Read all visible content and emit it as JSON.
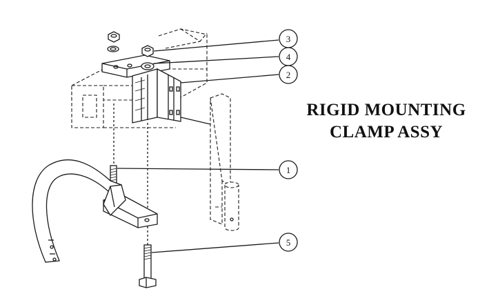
{
  "title": {
    "line1": "RIGID MOUNTING",
    "line2": "CLAMP ASSY"
  },
  "callouts": [
    {
      "number": "3",
      "part": "nut"
    },
    {
      "number": "4",
      "part": "washer"
    },
    {
      "number": "2",
      "part": "clamp-plate"
    },
    {
      "number": "1",
      "part": "stud-bolt"
    },
    {
      "number": "5",
      "part": "hex-bolt"
    }
  ]
}
